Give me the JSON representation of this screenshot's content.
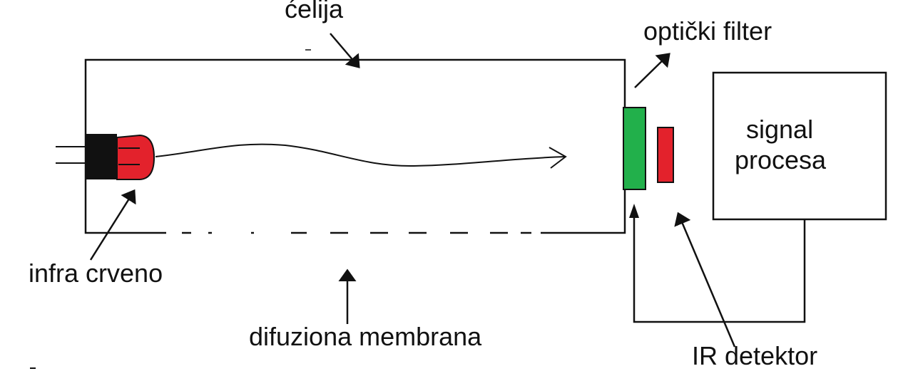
{
  "labels": {
    "cell": "ćelija",
    "optical_filter": "optički filter",
    "signal_line1": "signal",
    "signal_line2": "procesa",
    "infrared": "infra crveno",
    "diffusion_membrane": "difuziona membrana",
    "ir_detector": "IR detektor"
  },
  "colors": {
    "ir_source": "#e3222c",
    "ir_source_mount": "#111111",
    "optical_filter": "#22b04b",
    "ir_detector": "#e3222c",
    "outline": "#111111",
    "background": "#ffffff"
  }
}
